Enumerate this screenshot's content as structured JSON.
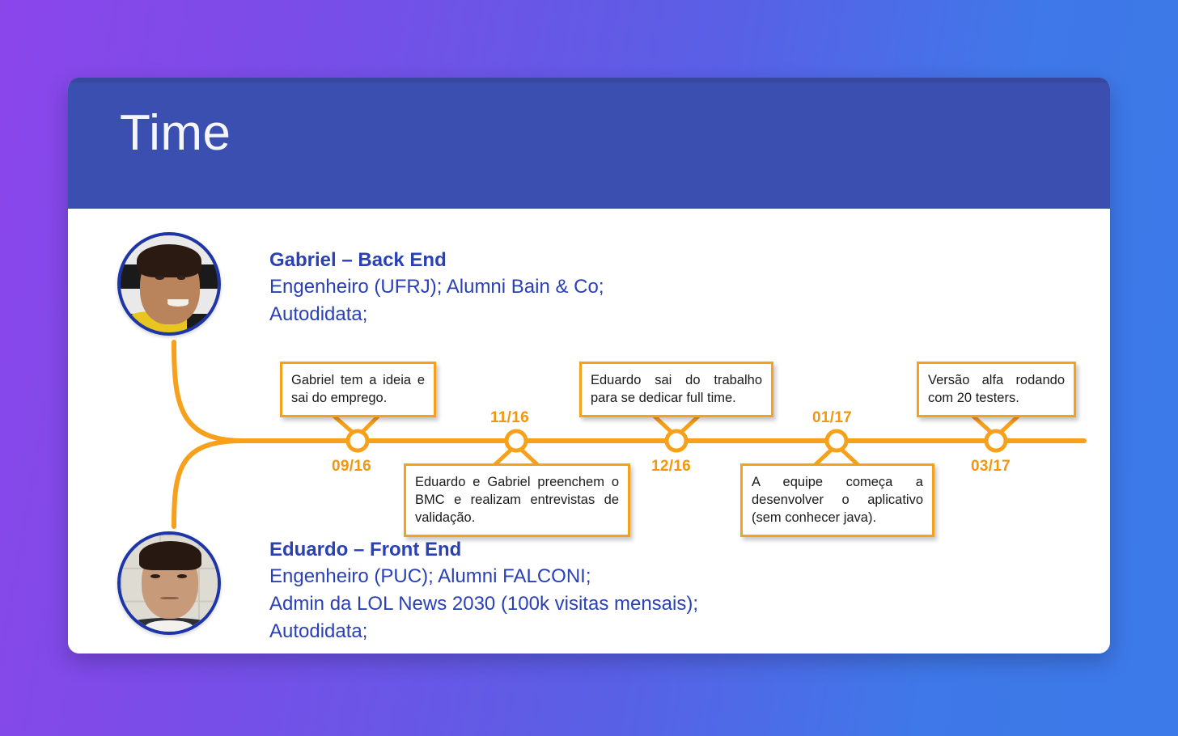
{
  "slide": {
    "title": "Time",
    "header_color": "#3a4fb0",
    "accent_color": "#f7a01b",
    "text_color": "#2a41b5"
  },
  "people": [
    {
      "id": "gabriel",
      "name": "Gabriel – Back End",
      "lines": [
        "Engenheiro (UFRJ); Alumni Bain & Co;",
        "Autodidata;"
      ],
      "avatar": "gabriel-photo"
    },
    {
      "id": "eduardo",
      "name": "Eduardo – Front End",
      "lines": [
        "Engenheiro (PUC); Alumni FALCONI;",
        "Admin da LOL News 2030 (100k visitas mensais);",
        "Autodidata;"
      ],
      "avatar": "eduardo-photo"
    }
  ],
  "timeline": {
    "milestones": [
      {
        "date": "09/16",
        "date_position": "below",
        "callout_position": "above",
        "text": "Gabriel tem a ideia e sai do emprego."
      },
      {
        "date": "11/16",
        "date_position": "above",
        "callout_position": "below",
        "text": "Eduardo e Gabriel preenchem o BMC e realizam entrevistas de validação."
      },
      {
        "date": "12/16",
        "date_position": "below",
        "callout_position": "above",
        "text": "Eduardo sai do trabalho para se dedicar full time."
      },
      {
        "date": "01/17",
        "date_position": "above",
        "callout_position": "below",
        "text": "A equipe começa a desenvolver o aplicativo (sem conhecer java)."
      },
      {
        "date": "03/17",
        "date_position": "below",
        "callout_position": "above",
        "text": "Versão alfa rodando com 20 testers."
      }
    ]
  }
}
